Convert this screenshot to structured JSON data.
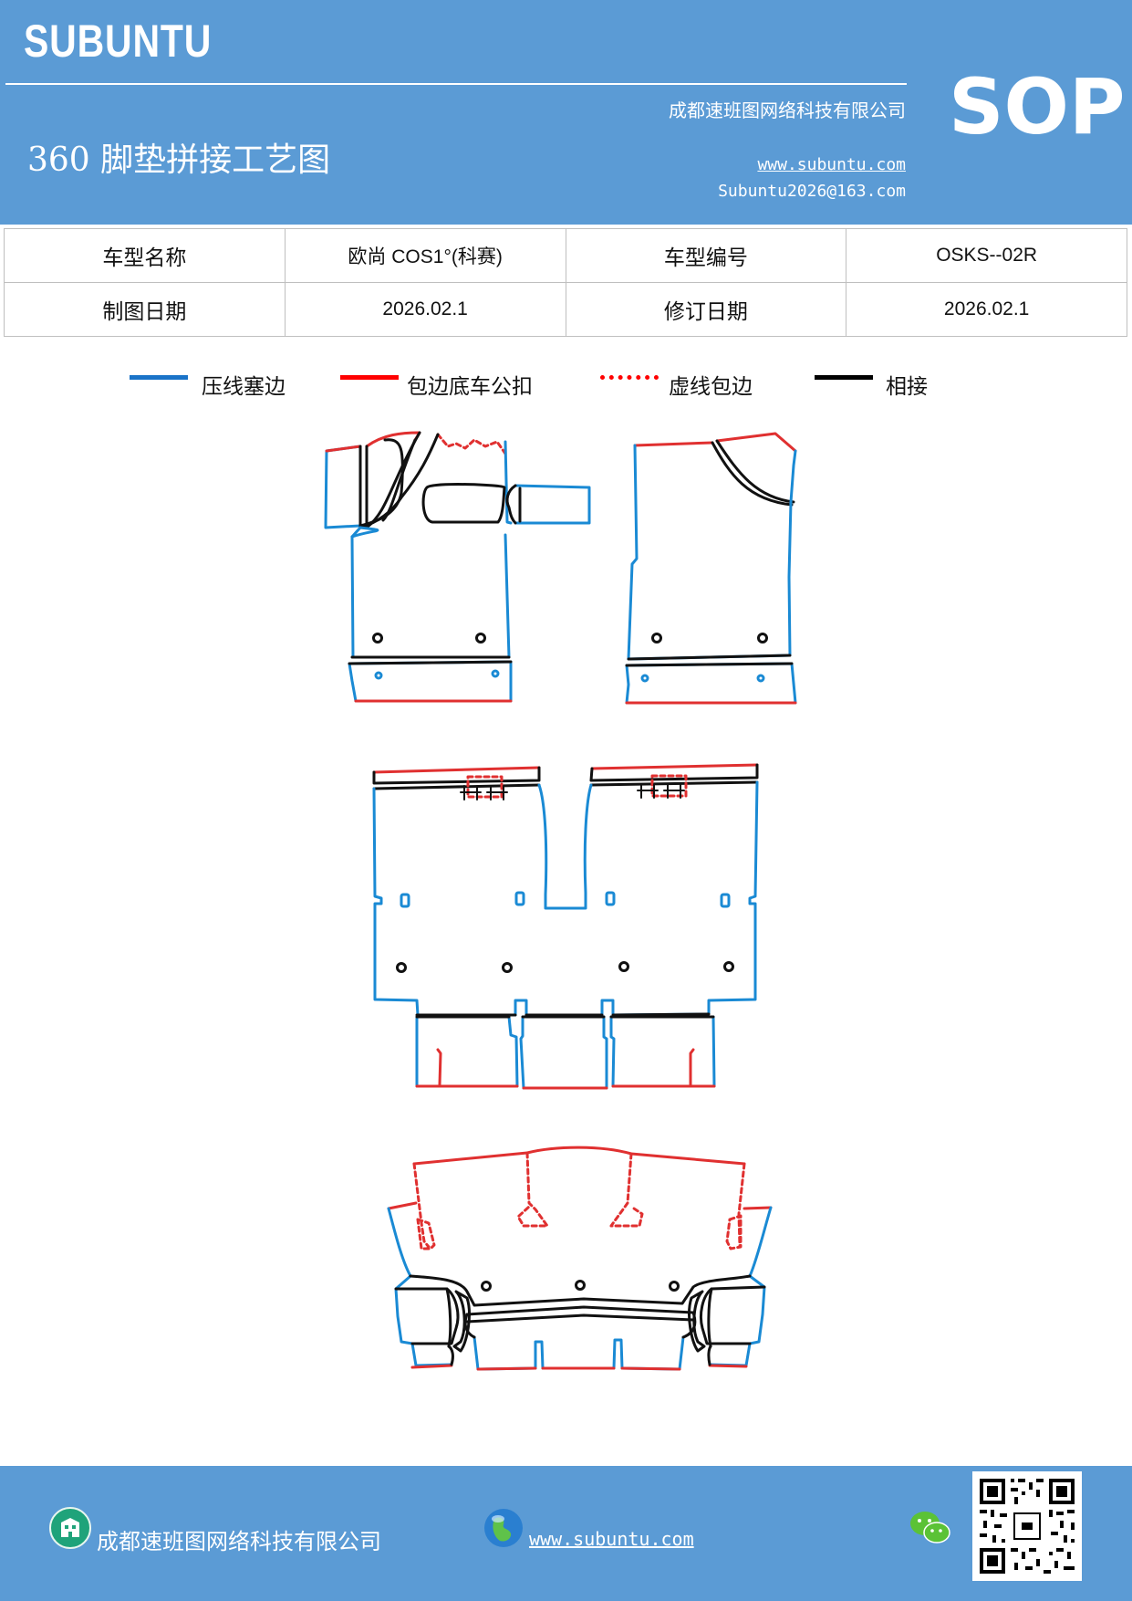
{
  "header": {
    "brand": "SUBUNTU",
    "badge": "SOP",
    "title": "360 脚垫拼接工艺图",
    "company": "成都速班图网络科技有限公司",
    "website": "www.subuntu.com",
    "email": "Subuntu2026@163.com"
  },
  "info_table": {
    "model_name_label": "车型名称",
    "model_name_value": "欧尚 COS1°(科赛)",
    "model_code_label": "车型编号",
    "model_code_value": "OSKS--02R",
    "draw_date_label": "制图日期",
    "draw_date_value": "2026.02.1",
    "revise_date_label": "修订日期",
    "revise_date_value": "2026.02.1"
  },
  "legend": [
    {
      "label": "压线塞边",
      "color": "#1a73c8",
      "style": "solid"
    },
    {
      "label": "包边底车公扣",
      "color": "#ff0000",
      "style": "solid"
    },
    {
      "label": "虚线包边",
      "color": "#ff0000",
      "style": "dotted"
    },
    {
      "label": "相接",
      "color": "#000000",
      "style": "solid"
    }
  ],
  "colors": {
    "header_bg": "#5b9bd5",
    "press_line": "#1a8ad4",
    "edge_red": "#e03030",
    "join_black": "#111111"
  },
  "footer": {
    "company": "成都速班图网络科技有限公司",
    "website": "www.subuntu.com",
    "icons": [
      "building-icon",
      "globe-icon",
      "wechat-icon",
      "qr-code"
    ]
  }
}
